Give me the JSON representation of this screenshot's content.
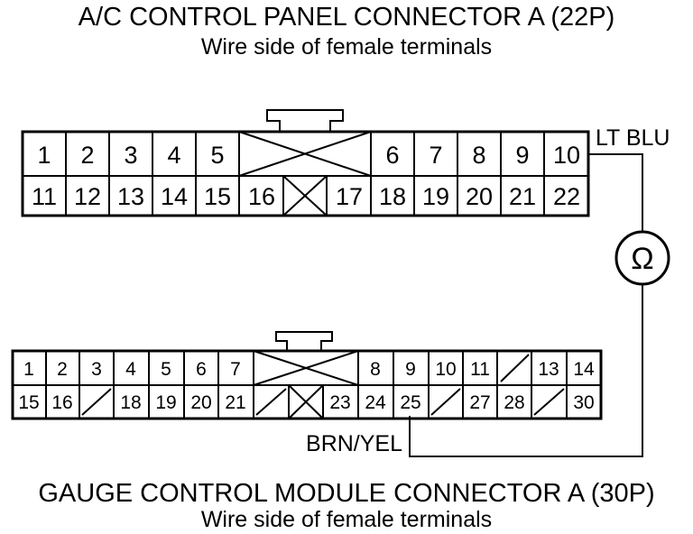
{
  "top_connector": {
    "title": "A/C CONTROL PANEL CONNECTOR A (22P)",
    "subtitle": "Wire side of female terminals",
    "row1": [
      "1",
      "2",
      "3",
      "4",
      "5",
      "",
      "6",
      "7",
      "8",
      "9",
      "10"
    ],
    "row2": [
      "11",
      "12",
      "13",
      "14",
      "15",
      "16",
      "",
      "17",
      "18",
      "19",
      "20",
      "21",
      "22"
    ],
    "wire_label": "LT BLU"
  },
  "bottom_connector": {
    "title": "GAUGE CONTROL MODULE CONNECTOR A (30P)",
    "subtitle": "Wire side of female terminals",
    "row1": [
      "1",
      "2",
      "3",
      "4",
      "5",
      "6",
      "7",
      "",
      "8",
      "9",
      "10",
      "11",
      "",
      "13",
      "14"
    ],
    "row2": [
      "15",
      "16",
      "",
      "18",
      "19",
      "20",
      "21",
      "",
      "",
      "23",
      "24",
      "25",
      "",
      "27",
      "28",
      "",
      "30"
    ],
    "wire_label": "BRN/YEL"
  },
  "meter": {
    "symbol": "Ω"
  }
}
